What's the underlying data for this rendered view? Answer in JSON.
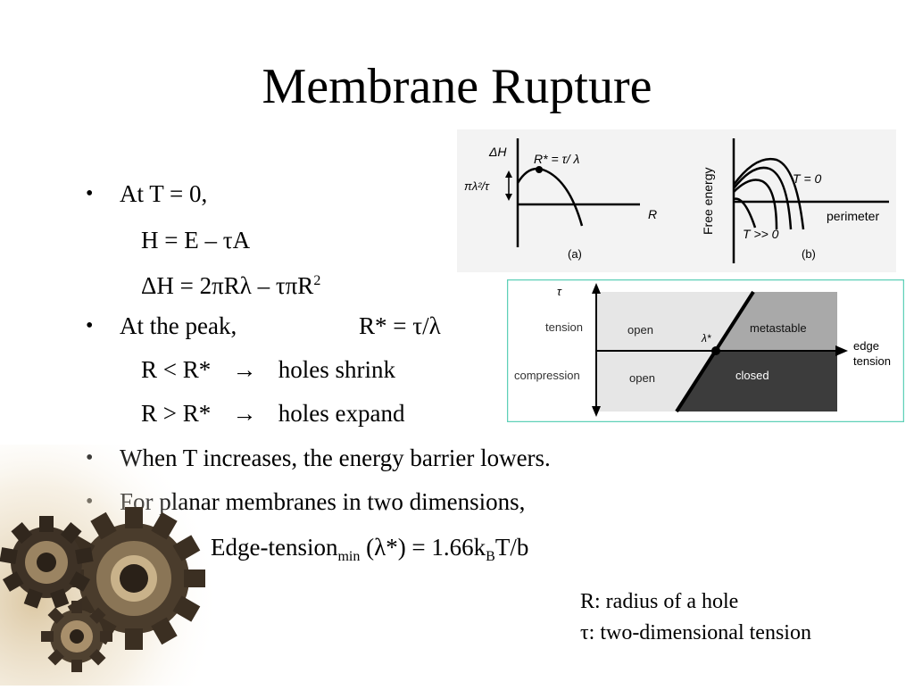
{
  "slide": {
    "title": "Membrane Rupture",
    "bullets": [
      {
        "text": "At T = 0,"
      },
      {
        "text": "At the peak,"
      },
      {
        "text": "When T increases, the energy barrier lowers."
      },
      {
        "text": "For planar membranes in two dimensions,"
      }
    ],
    "bullet_symbol": "•",
    "eq_h": "H = E – τA",
    "eq_dh_main": "ΔH = 2πRλ – τπR",
    "eq_dh_sup": "2",
    "peak_value": "R* = τ/λ",
    "cond1_left": "R < R*",
    "cond1_arrow": "→",
    "cond1_right": "holes shrink",
    "cond2_left": "R > R*",
    "cond2_arrow": "→",
    "cond2_right": "holes expand",
    "edge_prefix": "Edge-tension",
    "edge_sub": "min",
    "edge_middle": " (λ*) = 1.66k",
    "edge_sub_b": "B",
    "edge_suffix": "T/b",
    "note_r": "R: radius of a hole",
    "note_tau": "τ: two-dimensional tension"
  },
  "figure_a": {
    "y_axis_label": "ΔH",
    "peak_label": "R* = τ/ λ",
    "barrier_label": "πλ²/τ",
    "x_axis_label": "R",
    "panel_label": "(a)"
  },
  "figure_b": {
    "y_axis_label": "Free energy",
    "curve_label_top": "T = 0",
    "x_axis_label": "perimeter",
    "curve_label_bottom": "T >> 0",
    "panel_label": "(b)"
  },
  "phase_diagram": {
    "y_axis_label": "τ",
    "x_axis_label_line1": "edge",
    "x_axis_label_line2": "tension",
    "tension_label": "tension",
    "compression_label": "compression",
    "open_top": "open",
    "open_bottom": "open",
    "metastable": "metastable",
    "closed": "closed",
    "lambda_star": "λ*",
    "colors": {
      "border": "#5fd0b8",
      "light": "#e6e6e6",
      "mid": "#a9a9a9",
      "dark": "#3c3c3c"
    }
  }
}
